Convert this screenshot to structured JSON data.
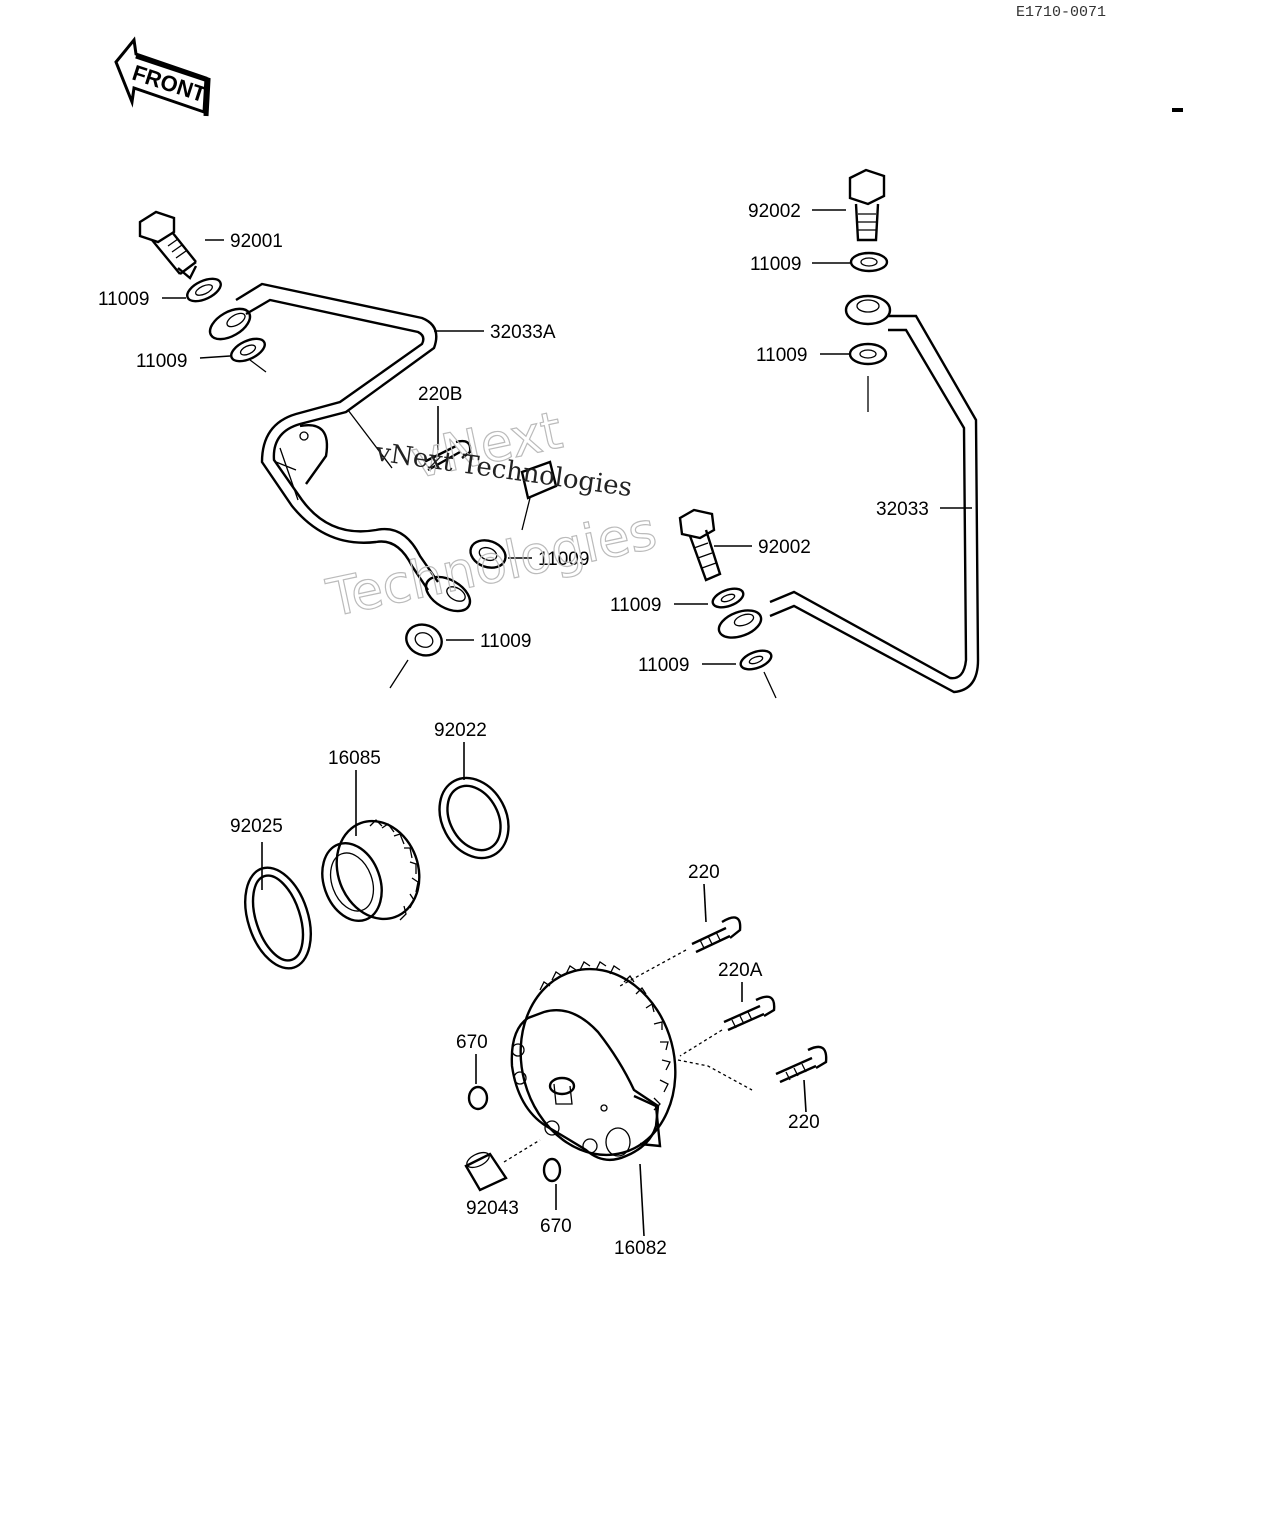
{
  "diagram_code": "E1710-0071",
  "front_arrow_label": "FRONT",
  "watermark": {
    "line1": "vNext Technologies",
    "outline1": "vNext",
    "outline2": "Technologies"
  },
  "callouts": {
    "banjo_bolt_left": "92001",
    "washer_left_upper_a": "11009",
    "washer_left_upper_b": "11009",
    "pipe_left": "32033A",
    "screw_220b": "220B",
    "washer_left_mid": "11009",
    "washer_left_lower": "11009",
    "banjo_bolt_right_top": "92002",
    "washer_right_top_a": "11009",
    "washer_right_top_b": "11009",
    "pipe_right": "32033",
    "banjo_bolt_right_lower": "92002",
    "washer_right_lower_a": "11009",
    "washer_right_lower_b": "11009",
    "seal_92022": "92022",
    "gear_16085": "16085",
    "seal_92025": "92025",
    "screw_220_top": "220",
    "screw_220a": "220A",
    "screw_220_bottom": "220",
    "oring_670_top": "670",
    "oring_670_bottom": "670",
    "pin_92043": "92043",
    "oil_pump_16082": "16082"
  }
}
